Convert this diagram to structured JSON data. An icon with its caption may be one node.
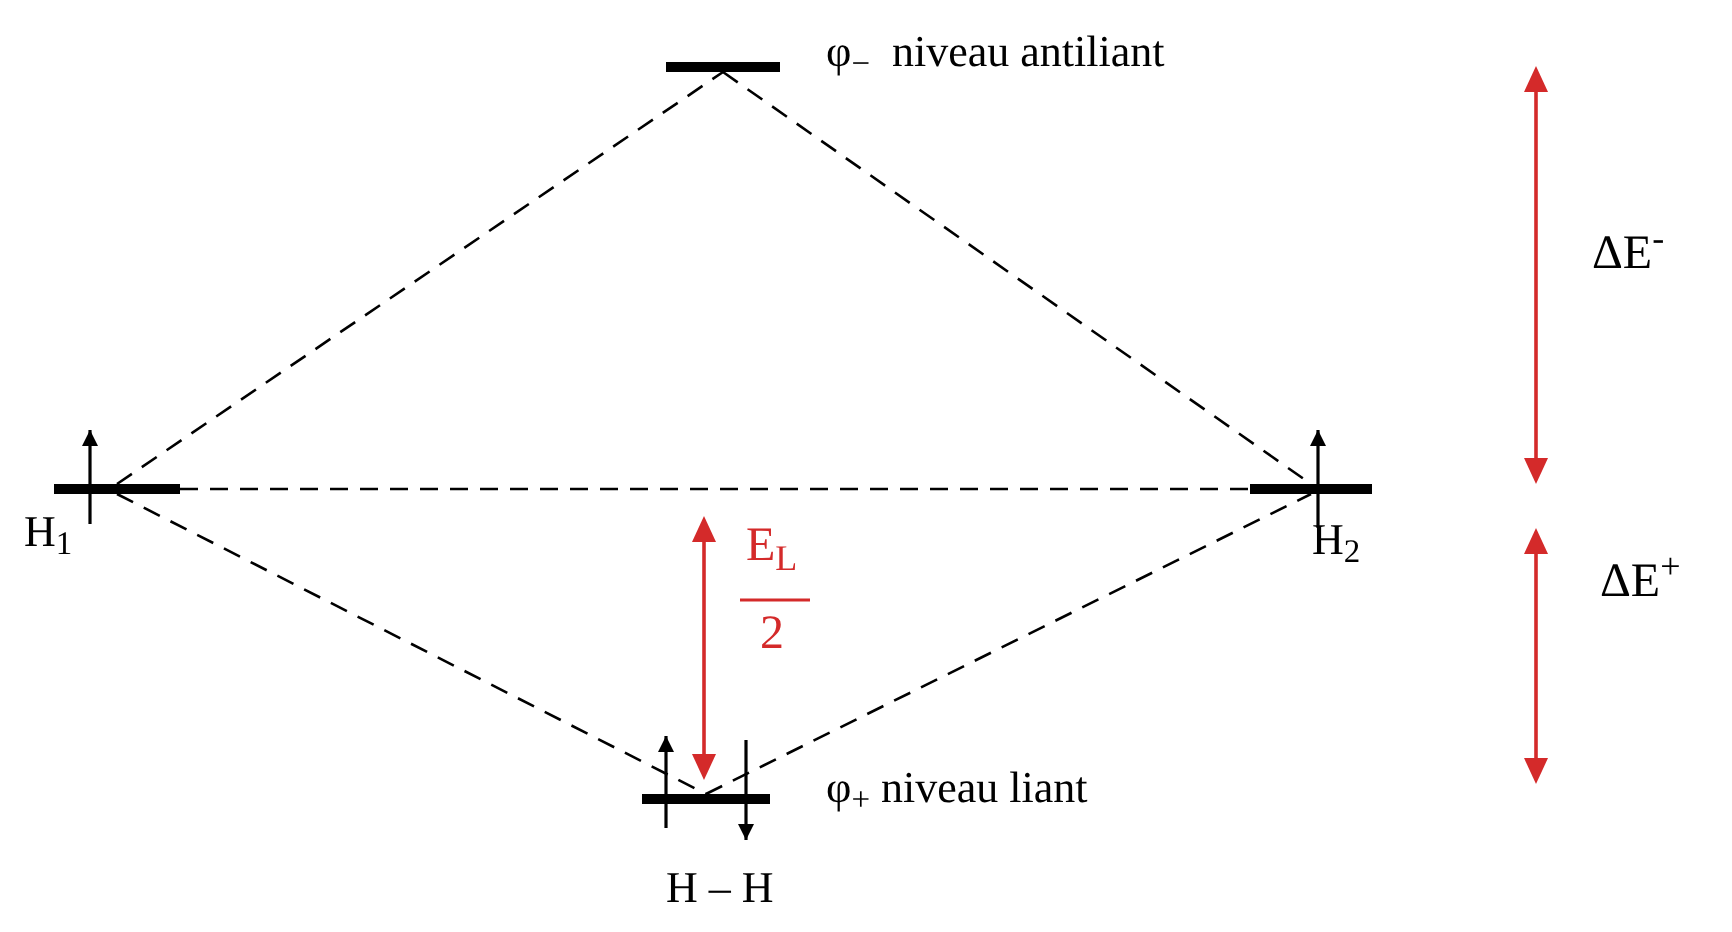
{
  "diagram": {
    "nodes": [
      {
        "text": [],
        "shape": "bar",
        "beside": [
          "φ$_{−}$  niveau antiliant"
        ]
      },
      {
        "text": [],
        "shape": "bar",
        "beside": [
          "H$_{1}$"
        ]
      },
      {
        "text": [],
        "shape": "bar",
        "beside": [
          "H$_{2}$"
        ]
      },
      {
        "text": [],
        "shape": "bar",
        "beside": [
          "φ$_{+}$ niveau liant",
          "H – H"
        ]
      }
    ],
    "edges": [
      {
        "from": 1,
        "to": 0,
        "arrow": "none",
        "style": "dashed"
      },
      {
        "from": 0,
        "to": 2,
        "arrow": "none",
        "style": "dashed"
      },
      {
        "from": 1,
        "to": 2,
        "arrow": "none",
        "style": "dashed"
      },
      {
        "from": 1,
        "to": 3,
        "arrow": "none",
        "style": "dashed"
      },
      {
        "from": 3,
        "to": 2,
        "arrow": "none",
        "style": "dashed"
      }
    ],
    "labels": [
      "ΔE$^{-}$",
      "E$_{L}$",
      "2",
      "ΔE$^{+}$"
    ]
  }
}
